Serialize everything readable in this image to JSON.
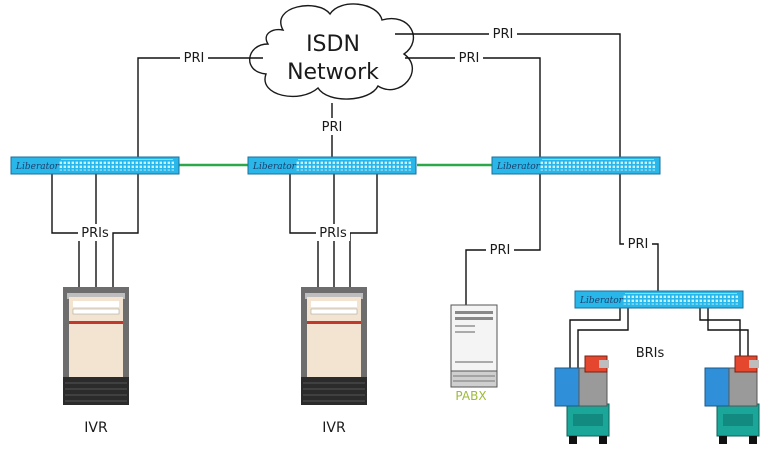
{
  "cloud": {
    "line1": "ISDN",
    "line2": "Network"
  },
  "links": {
    "pri_left": "PRI",
    "pri_center": "PRI",
    "pri_right_upper": "PRI",
    "pri_right_lower": "PRI",
    "pri_pabx": "PRI",
    "pri_lower_switch": "PRI",
    "pris_left": "PRIs",
    "pris_center": "PRIs",
    "bris": "BRIs"
  },
  "switches": [
    {
      "brand": "Liberator"
    },
    {
      "brand": "Liberator"
    },
    {
      "brand": "Liberator"
    },
    {
      "brand": "Liberator"
    }
  ],
  "devices": {
    "ivr_left": "IVR",
    "ivr_center": "IVR",
    "pabx": "PABX"
  },
  "colors": {
    "switch_fill": "#29b6e8",
    "trunk_green": "#2ca84a",
    "pabx_label": "#9dbb3a",
    "ivr_stripe": "#c0392b",
    "modem_teal": "#1aa79a",
    "modem_blue": "#2f8fd8",
    "modem_red": "#e4472d"
  }
}
